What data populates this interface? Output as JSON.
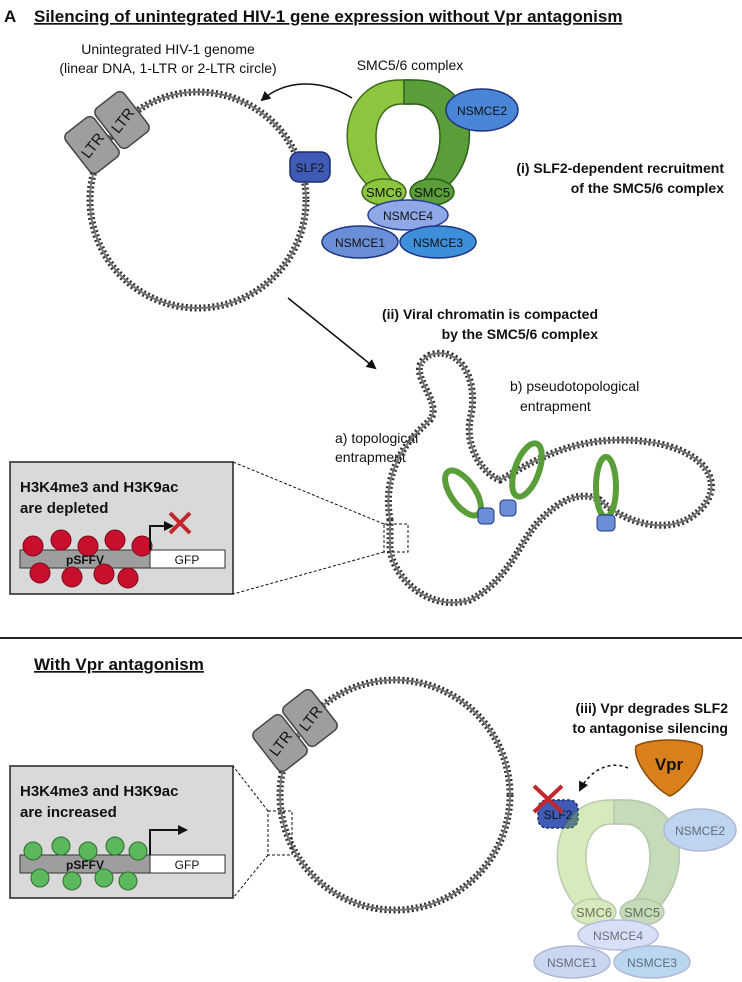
{
  "panel_letter": "A",
  "top": {
    "heading": "Silencing of unintegrated HIV-1 gene expression without Vpr antagonism",
    "genome_label_line1": "Unintegrated HIV-1 genome",
    "genome_label_line2": "(linear DNA, 1-LTR or 2-LTR circle)",
    "ltr1": "LTR",
    "ltr2": "LTR",
    "complex_label": "SMC5/6 complex",
    "slf2": "SLF2",
    "smc6": "SMC6",
    "smc5": "SMC5",
    "nsmce1": "NSMCE1",
    "nsmce2": "NSMCE2",
    "nsmce3": "NSMCE3",
    "nsmce4": "NSMCE4",
    "step_i_line1": "(i) SLF2-dependent recruitment",
    "step_i_line2": "of the SMC5/6 complex",
    "step_ii_line1": "(ii) Viral chromatin is compacted",
    "step_ii_line2": "by the SMC5/6 complex",
    "mode_a_line1": "a) topological",
    "mode_a_line2": "entrapment",
    "mode_b_line1": "b) pseudotopological",
    "mode_b_line2": "entrapment",
    "box_line1": "H3K4me3 and H3K9ac",
    "box_line2": "are depleted",
    "promoter": "pSFFV",
    "gene": "GFP"
  },
  "bottom": {
    "heading": "With Vpr antagonism",
    "ltr1": "LTR",
    "ltr2": "LTR",
    "step_iii_line1": "(iii) Vpr degrades SLF2",
    "step_iii_line2": "to antagonise silencing",
    "vpr": "Vpr",
    "slf2": "SLF2",
    "smc6": "SMC6",
    "smc5": "SMC5",
    "nsmce1": "NSMCE1",
    "nsmce2": "NSMCE2",
    "nsmce3": "NSMCE3",
    "nsmce4": "NSMCE4",
    "box_line1": "H3K4me3 and H3K9ac",
    "box_line2": "are increased",
    "promoter": "pSFFV",
    "gene": "GFP"
  },
  "colors": {
    "smc6_green": "#8cc63f",
    "smc5_green": "#5a9e3a",
    "nsmce_blue": "#6b8fd6",
    "slf2_blue": "#3f5bb5",
    "nucleosome_red": "#c8102e",
    "nucleosome_green": "#5cb85c",
    "vpr_orange": "#d9801c",
    "cross_red": "#c1272d",
    "box_grey": "#d9d9d9"
  }
}
